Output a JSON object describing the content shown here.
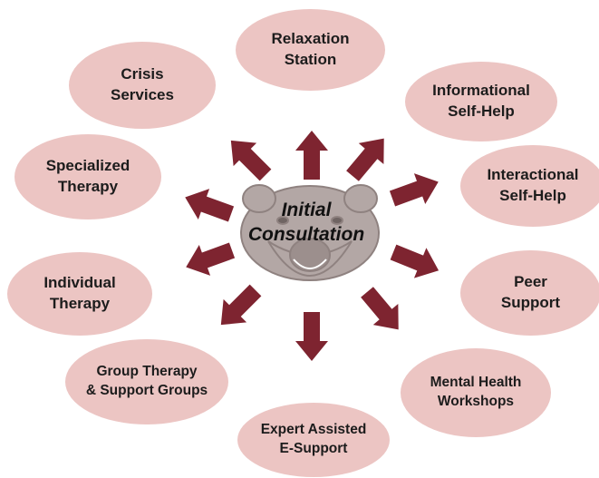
{
  "center": {
    "label": "Initial\nConsultation"
  },
  "nodes": {
    "relaxation": "Relaxation\nStation",
    "informational": "Informational\nSelf-Help",
    "interactional": "Interactional\nSelf-Help",
    "peer": "Peer\nSupport",
    "workshops": "Mental Health\nWorkshops",
    "e_support": "Expert Assisted\nE-Support",
    "group": "Group Therapy\n& Support Groups",
    "individual": "Individual\nTherapy",
    "specialized": "Specialized\nTherapy",
    "crisis": "Crisis\nServices"
  },
  "colors": {
    "node_fill": "#ecc5c3",
    "arrow": "#7e2430",
    "logo": "#b3a7a5"
  },
  "logo": {
    "icon": "bear-head-icon"
  }
}
